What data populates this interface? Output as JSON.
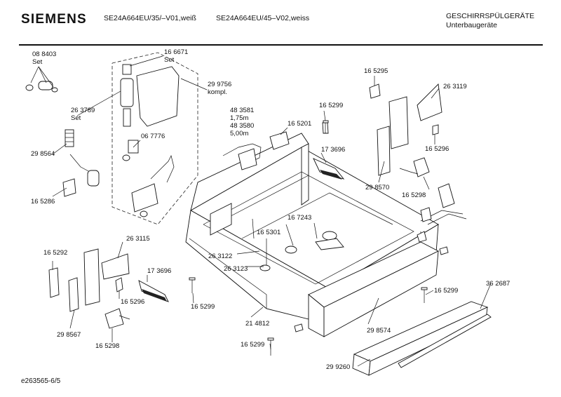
{
  "header": {
    "brand": "SIEMENS",
    "model_1": "SE24A664EU/35/–V01,weiß",
    "model_2": "SE24A664EU/45–V02,weiss",
    "category": "GESCHIRRSPÜLGERÄTE",
    "subcategory": "Unterbaugeräte"
  },
  "parts": [
    {
      "id": "p1",
      "lines": [
        "08 8403",
        "Set"
      ]
    },
    {
      "id": "p2",
      "lines": [
        "16 6671",
        "Set"
      ]
    },
    {
      "id": "p3",
      "lines": [
        "29 9756",
        "kompl."
      ]
    },
    {
      "id": "p4",
      "lines": [
        "26 3789",
        "Set"
      ]
    },
    {
      "id": "p5",
      "lines": [
        "06 7776"
      ]
    },
    {
      "id": "p6",
      "lines": [
        "29 8564"
      ]
    },
    {
      "id": "p7",
      "lines": [
        "16 5286"
      ]
    },
    {
      "id": "p8",
      "lines": [
        "48 3581",
        "1,75m",
        "48 3580",
        "5,00m"
      ]
    },
    {
      "id": "p9",
      "lines": [
        "16 5299"
      ]
    },
    {
      "id": "p10",
      "lines": [
        "16 5201"
      ]
    },
    {
      "id": "p11",
      "lines": [
        "17 3696"
      ]
    },
    {
      "id": "p12",
      "lines": [
        "16 5295"
      ]
    },
    {
      "id": "p13",
      "lines": [
        "26 3119"
      ]
    },
    {
      "id": "p14",
      "lines": [
        "16 5296"
      ]
    },
    {
      "id": "p15",
      "lines": [
        "29 8570"
      ]
    },
    {
      "id": "p16",
      "lines": [
        "16 5298"
      ]
    },
    {
      "id": "p17",
      "lines": [
        "16 7243"
      ]
    },
    {
      "id": "p18",
      "lines": [
        "16 5301"
      ]
    },
    {
      "id": "p19",
      "lines": [
        "26 3122"
      ]
    },
    {
      "id": "p20",
      "lines": [
        "26 3123"
      ]
    },
    {
      "id": "p21",
      "lines": [
        "16 5292"
      ]
    },
    {
      "id": "p22",
      "lines": [
        "26 3115"
      ]
    },
    {
      "id": "p23",
      "lines": [
        "17 3696"
      ]
    },
    {
      "id": "p24",
      "lines": [
        "16 5296"
      ]
    },
    {
      "id": "p25",
      "lines": [
        "29 8567"
      ]
    },
    {
      "id": "p26",
      "lines": [
        "16 5298"
      ]
    },
    {
      "id": "p27",
      "lines": [
        "16 5299"
      ]
    },
    {
      "id": "p28",
      "lines": [
        "21 4812"
      ]
    },
    {
      "id": "p29",
      "lines": [
        "16 5299"
      ]
    },
    {
      "id": "p30",
      "lines": [
        "29 8574"
      ]
    },
    {
      "id": "p31",
      "lines": [
        "16 5299"
      ]
    },
    {
      "id": "p32",
      "lines": [
        "36 2687"
      ]
    },
    {
      "id": "p33",
      "lines": [
        "29 9260"
      ]
    }
  ],
  "footer": {
    "code": "e263565-6/5"
  }
}
